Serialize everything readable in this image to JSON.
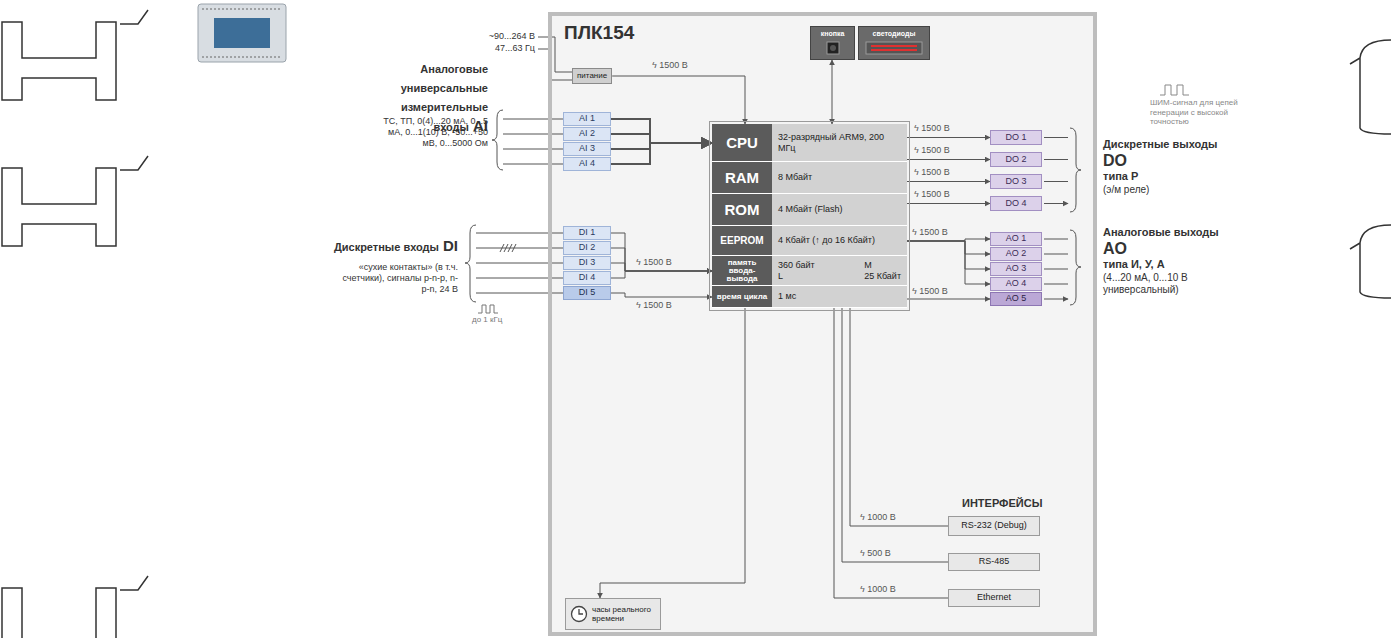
{
  "diagram": {
    "nodes": [
      {
        "text": [
          "ПЛК154"
        ]
      },
      {
        "text": [
          "питание"
        ],
        "in": 0
      },
      {
        "text": [
          "кнопка"
        ],
        "in": 0
      },
      {
        "text": [
          "светодиоды"
        ],
        "in": 0
      },
      {
        "text": [
          "AI 1"
        ],
        "in": 0
      },
      {
        "text": [
          "AI 2"
        ],
        "in": 0
      },
      {
        "text": [
          "AI 3"
        ],
        "in": 0
      },
      {
        "text": [
          "AI 4"
        ],
        "in": 0
      },
      {
        "text": [
          "CPU",
          "32-разрядный ARM9, 200 МГц"
        ],
        "in": 0
      },
      {
        "text": [
          "RAM",
          "8 Мбайт"
        ],
        "in": 0
      },
      {
        "text": [
          "ROM",
          "4 Мбайт (Flash)"
        ],
        "in": 0
      },
      {
        "text": [
          "EEPROM",
          "4 Кбайт (↑ до 16 Кбайт)"
        ],
        "in": 0
      },
      {
        "text": [
          "память ввода-вывода",
          "360 байт",
          "M",
          "L",
          "25 Кбайт"
        ],
        "in": 0
      },
      {
        "text": [
          "время цикла",
          "1 мс"
        ],
        "in": 0
      },
      {
        "text": [
          "DI 1"
        ],
        "in": 0
      },
      {
        "text": [
          "DI 2"
        ],
        "in": 0
      },
      {
        "text": [
          "DI 3"
        ],
        "in": 0
      },
      {
        "text": [
          "DI 4"
        ],
        "in": 0
      },
      {
        "text": [
          "DI 5"
        ],
        "in": 0
      },
      {
        "text": [
          "DO 1"
        ],
        "in": 0
      },
      {
        "text": [
          "DO 2"
        ],
        "in": 0
      },
      {
        "text": [
          "DO 3"
        ],
        "in": 0
      },
      {
        "text": [
          "DO 4"
        ],
        "in": 0
      },
      {
        "text": [
          "AO 1"
        ],
        "in": 0
      },
      {
        "text": [
          "AO 2"
        ],
        "in": 0
      },
      {
        "text": [
          "AO 3"
        ],
        "in": 0
      },
      {
        "text": [
          "AO 4"
        ],
        "in": 0
      },
      {
        "text": [
          "AO 5"
        ],
        "in": 0
      },
      {
        "text": [
          "RS-232 (Debug)"
        ],
        "in": 0
      },
      {
        "text": [
          "RS-485"
        ],
        "in": 0
      },
      {
        "text": [
          "Ethernet"
        ],
        "in": 0
      },
      {
        "text": [
          "часы реального времени"
        ],
        "in": 0
      }
    ],
    "edges": [
      {
        "from": 1,
        "to": 8,
        "arrow": "to"
      },
      {
        "from": 2,
        "to": 8,
        "arrow": "both"
      },
      {
        "from": 4,
        "to": 8,
        "arrow": "to"
      },
      {
        "from": 5,
        "to": 8,
        "arrow": "to"
      },
      {
        "from": 6,
        "to": 8,
        "arrow": "to"
      },
      {
        "from": 7,
        "to": 8,
        "arrow": "to"
      },
      {
        "from": 14,
        "to": 12,
        "arrow": "to"
      },
      {
        "from": 15,
        "to": 12,
        "arrow": "to"
      },
      {
        "from": 16,
        "to": 12,
        "arrow": "to"
      },
      {
        "from": 17,
        "to": 12,
        "arrow": "to"
      },
      {
        "from": 18,
        "to": 13,
        "arrow": "to"
      },
      {
        "from": 8,
        "to": 19,
        "arrow": "to"
      },
      {
        "from": 8,
        "to": 20,
        "arrow": "to"
      },
      {
        "from": 9,
        "to": 21,
        "arrow": "to"
      },
      {
        "from": 10,
        "to": 22,
        "arrow": "to"
      },
      {
        "from": 11,
        "to": 23,
        "arrow": "to"
      },
      {
        "from": 11,
        "to": 24,
        "arrow": "to"
      },
      {
        "from": 11,
        "to": 25,
        "arrow": "to"
      },
      {
        "from": 11,
        "to": 26,
        "arrow": "to"
      },
      {
        "from": 13,
        "to": 27,
        "arrow": "to"
      },
      {
        "from": 13,
        "to": 28,
        "arrow": "none"
      },
      {
        "from": 13,
        "to": 29,
        "arrow": "none"
      },
      {
        "from": 13,
        "to": 30,
        "arrow": "none"
      },
      {
        "from": 13,
        "to": 31,
        "arrow": "to"
      }
    ],
    "labels": [
      "~90...264 В",
      "47...63 Гц",
      "Аналоговые универсальные измерительные входы",
      "AI",
      "ТС, ТП, 0(4)...20 мА, 0...5 мА, 0...1(10) В, -50...+50 мВ, 0...5000 Ом",
      "Дискретные входы",
      "DI",
      "«сухие контакты» (в т.ч. счетчики), сигналы p-n-p, n-p-n, 24 В",
      "до 1 кГц",
      "ϟ 1500 В",
      "ϟ 1500 В",
      "ϟ 1500 В",
      "ϟ 1500 В",
      "ϟ 1500 В",
      "ϟ 1500 В",
      "ϟ 1500 В",
      "ϟ 1500 В",
      "ϟ 1500 В",
      "ШИМ-сигнал для цепей генерации с высокой точностью",
      "Дискретные выходы",
      "DO",
      "типа Р",
      "(э/м реле)",
      "Аналоговые выходы",
      "AO",
      "типа И, У, А",
      "(4...20 мА, 0...10 В универсальный)",
      "ИНТЕРФЕЙСЫ",
      "ϟ 1000 В",
      "ϟ 500 В",
      "ϟ 1000 В"
    ]
  }
}
